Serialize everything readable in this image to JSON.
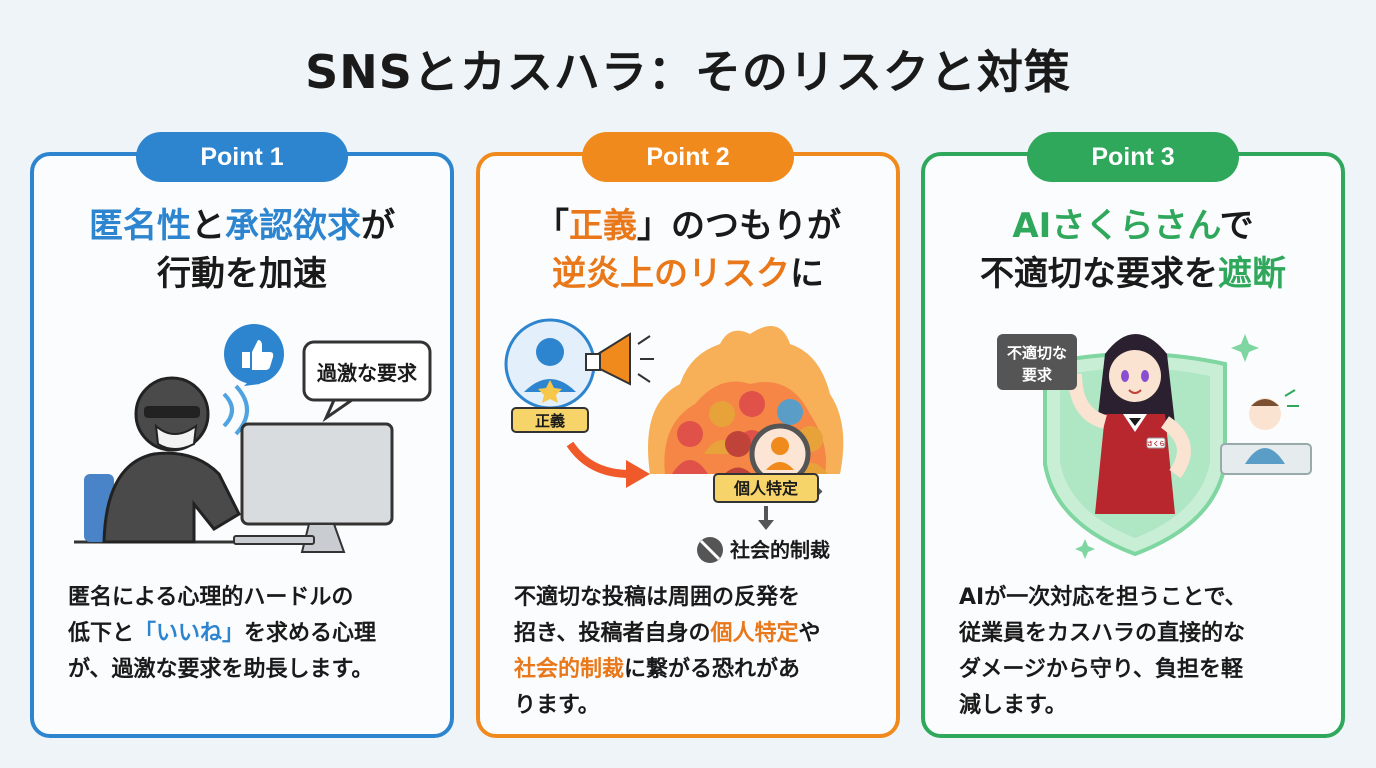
{
  "title": "SNSとカスハラ：そのリスクと対策",
  "cards": [
    {
      "badge": "Point 1",
      "heading_l1_a": "匿名性",
      "heading_l1_b": "と",
      "heading_l1_c": "承認欲求",
      "heading_l1_d": "が",
      "heading_l2": "行動を加速",
      "bubble_text": "過激な要求",
      "body_a": "匿名による心理的ハードルの",
      "body_b": "低下と",
      "body_c": "「いいね」",
      "body_d": "を求める心理",
      "body_e": "が、過激な要求を助長します。"
    },
    {
      "badge": "Point 2",
      "heading_l1_a": "「",
      "heading_l1_b": "正義",
      "heading_l1_c": "」のつもりが",
      "heading_l2_a": "逆炎上のリスク",
      "heading_l2_b": "に",
      "label_justice": "正義",
      "label_identify": "個人特定",
      "label_sanction": "社会的制裁",
      "body_a": "不適切な投稿は周囲の反発を",
      "body_b": "招き、投稿者自身の",
      "body_c": "個人特定",
      "body_d": "や",
      "body_e": "社会的制裁",
      "body_f": "に繋がる恐れがあ",
      "body_g": "ります。"
    },
    {
      "badge": "Point 3",
      "heading_l1_a": "AIさくらさん",
      "heading_l1_b": "で",
      "heading_l2_a": "不適切な要求を",
      "heading_l2_b": "遮断",
      "sign_text_l1": "不適切な",
      "sign_text_l2": "要求",
      "name_tag": "さくら",
      "body_a": "AIが一次対応を担うことで、",
      "body_b": "従業員をカスハラの直接的な",
      "body_c": "ダメージから守り、負担を軽",
      "body_d": "減します。"
    }
  ],
  "colors": {
    "blue": "#2d85d0",
    "orange": "#f08a1c",
    "green": "#2fa85c"
  }
}
